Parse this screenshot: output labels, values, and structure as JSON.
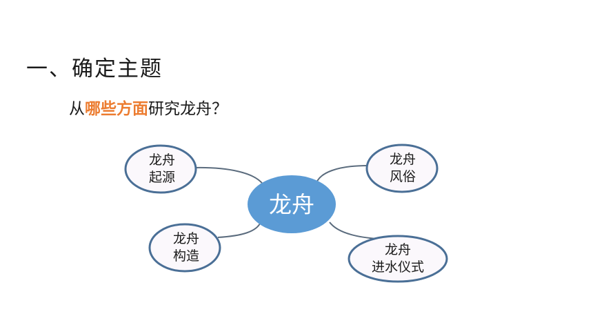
{
  "slide": {
    "heading": "一、确定主题",
    "question": {
      "prefix": "从",
      "highlight": "哪些方面",
      "suffix": "研究龙舟？"
    },
    "highlight_color": "#ec7c30"
  },
  "mindmap": {
    "center": {
      "label": "龙舟",
      "fill": "#5b9bd5"
    },
    "node_border_color": "#4a6f96",
    "node_fill": "#fbf8fc",
    "connector_color": "#5a6b7d",
    "nodes": [
      {
        "id": "origin",
        "lines": [
          "龙舟",
          "起源"
        ]
      },
      {
        "id": "customs",
        "lines": [
          "龙舟",
          "风俗"
        ]
      },
      {
        "id": "structure",
        "lines": [
          "龙舟",
          "构造"
        ]
      },
      {
        "id": "launch",
        "lines": [
          "龙舟",
          "进水仪式"
        ]
      }
    ]
  }
}
